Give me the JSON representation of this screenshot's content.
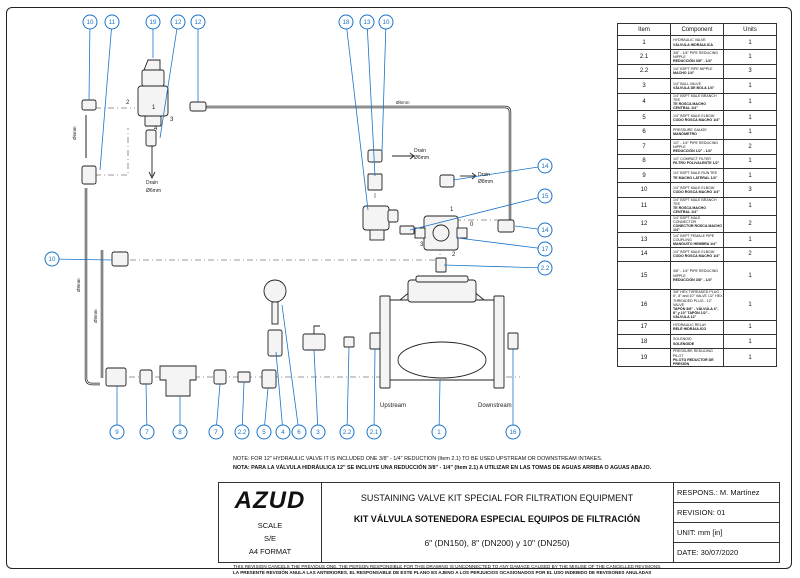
{
  "colors": {
    "callout": "#1a73c8",
    "line": "#222222",
    "dash": "#666666"
  },
  "callouts": {
    "top": [
      "10",
      "11",
      "19",
      "12",
      "12",
      "18",
      "13",
      "10",
      "14",
      "15",
      "14",
      "17",
      "2.2",
      "10"
    ],
    "bottom": [
      "9",
      "7",
      "8",
      "7",
      "2.2",
      "5",
      "4",
      "6",
      "3",
      "2.2",
      "2.1",
      "1",
      "16"
    ]
  },
  "labels": {
    "ports": {
      "p1": "1",
      "p2": "2",
      "p3": "3",
      "p4": "4"
    },
    "tube_6mm": "Ø6mm",
    "tube_8mm": "Ø8mm",
    "drain": "Drain",
    "drain_6mm": "Ø6mm",
    "drain_8mm": "Ø8mm",
    "upstream": "Upstream",
    "downstream": "Downstream",
    "pilot_ports": {
      "a": "1",
      "b": "0",
      "c": "3",
      "d": "2"
    }
  },
  "bom": {
    "headers": [
      "Item",
      "Component",
      "Units"
    ],
    "rows": [
      {
        "item": "1",
        "en": "HYDRAULIC VALVE",
        "es": "VÁLVULA HIDRÁULICA",
        "units": "1"
      },
      {
        "item": "2.1",
        "en": "3/8\" - 1/4\" PIPE REDUCING NIPPLE",
        "es": "REDUCCIÓN 3/8\" - 1/4\"",
        "units": "1"
      },
      {
        "item": "2.2",
        "en": "1/4\" BSPT PIPE NIPPLE",
        "es": "MACHO 1/4\"",
        "units": "3"
      },
      {
        "item": "3",
        "en": "1/4\" BALL VALVE",
        "es": "VÁLVULA DE BOLA 1/4\"",
        "units": "1"
      },
      {
        "item": "4",
        "en": "1/4\" BSPT MALE BRANCH TEE",
        "es": "TE ROSCA MACHO CENTRAL 1/4\"",
        "units": "1"
      },
      {
        "item": "5",
        "en": "1/4\" BSPT MALE ELBOW",
        "es": "CODO ROSCA MACHO 1/4\"",
        "units": "1"
      },
      {
        "item": "6",
        "en": "PRESSURE GAUGE",
        "es": "MANÓMETRO",
        "units": "1"
      },
      {
        "item": "7",
        "en": "1/2\" - 1/4\" PIPE REDUCING NIPPLE",
        "es": "REDUCCIÓN 1/2\" - 1/4\"",
        "units": "2"
      },
      {
        "item": "8",
        "en": "1/2\" COMPACT FILTER",
        "es": "FILTRO POLIVALENTE 1/2\"",
        "units": "1"
      },
      {
        "item": "9",
        "en": "1/4\" BSPT MALE RUN TEE",
        "es": "TE MACHO LATERAL 1/4\"",
        "units": "1"
      },
      {
        "item": "10",
        "en": "1/4\" BSPT MALE ELBOW",
        "es": "CODO ROSCA MACHO 1/4\"",
        "units": "3"
      },
      {
        "item": "11",
        "en": "1/4\" BSPT MALE BRANCH TEE",
        "es": "TE ROSCA MACHO CENTRAL 1/4\"",
        "units": "1"
      },
      {
        "item": "12",
        "en": "1/4\" BSPT MALE CONNECTOR",
        "es": "CONECTOR ROSCA MACHO 1/4\"",
        "units": "2"
      },
      {
        "item": "13",
        "en": "1/4\" BSPT FEMALE PIPE COUPLING",
        "es": "MANGUITO HEMBRA 1/4\"",
        "units": "1"
      },
      {
        "item": "14",
        "en": "1/4\" BSPT MALE ELBOW",
        "es": "CODO ROSCA MACHO 1/4\"",
        "units": "2"
      },
      {
        "item": "15",
        "en": "3/8\" - 1/4\" PIPE REDUCING NIPPLE",
        "es": "REDUCCIÓN 3/8\" - 1/4\"",
        "units": "1"
      },
      {
        "item": "16",
        "en": "3/8\" HEX THREADED PLUG - 6\", 8\" and 10\" VALVE  1/2\" HEX THREADED PLUG - 12\" VALVE",
        "es": "TAPÓN 3/8\" - VÁLVULA 6\", 8\" y 10\"  TAPÓN 1/2\" - VÁLVULA 12\"",
        "units": "1"
      },
      {
        "item": "17",
        "en": "HYDRAULIC RELAY",
        "es": "RELÉ HIDRÁULICO",
        "units": "1"
      },
      {
        "item": "18",
        "en": "SOLENOID",
        "es": "SOLENOIDE",
        "units": "1"
      },
      {
        "item": "19",
        "en": "PRESSURE REDUCING PILOT",
        "es": "PILOTO REDUCTOR DE PRESIÓN",
        "units": "1"
      }
    ]
  },
  "note": {
    "en": "NOTE: FOR 12\" HYDRAULIC VALVE IT IS INCLUDED ONE 3/8\" - 1/4\" REDUCTION (Item 2.1) TO BE USED UPSTREAM OR DOWNSTREAM INTAKES.",
    "es": "NOTA: PARA LA VÁLVULA HIDRÁULICA 12\" SE INCLUYE UNA REDUCCIÓN 3/8\" - 1/4\" (Item 2.1) A UTILIZAR EN LAS TOMAS DE AGUAS ARRIBA O AGUAS ABAJO."
  },
  "titleblock": {
    "logo": "AZUD",
    "scale_label": "SCALE",
    "scale_value": "S/E",
    "format": "A4 FORMAT",
    "title_en": "SUSTAINING VALVE KIT SPECIAL FOR FILTRATION EQUIPMENT",
    "title_es": "KIT VÁLVULA SOTENEDORA ESPECIAL EQUIPOS DE FILTRACIÓN",
    "sizes": "6\" (DN150), 8\" (DN200) y 10\" (DN250)",
    "respons": "RESPONS.: M. Martínez",
    "revision": "REVISION:  01",
    "unit": "UNIT:    mm [in]",
    "date": "DATE:   30/07/2020"
  },
  "disclaimer": {
    "en": "THIS REVISION CANCELS THE PREVIOUS ONE. THE PERSON RESPONSIBLE FOR THIS DRAWING IS UNCONNECTED TO ANY DAMAGE CAUSED BY THE MISUSE OF THE CANCELLED REVISIONS.",
    "es": "LA PRESENTE REVISIÓN ANULA LAS ANTERIORES. EL RESPONSABLE DE ESTE PLANO ES AJENO A LOS PERJUICIOS OCASIONADOS POR EL USO INDEBIDO DE REVISIONES ANULADAS"
  }
}
